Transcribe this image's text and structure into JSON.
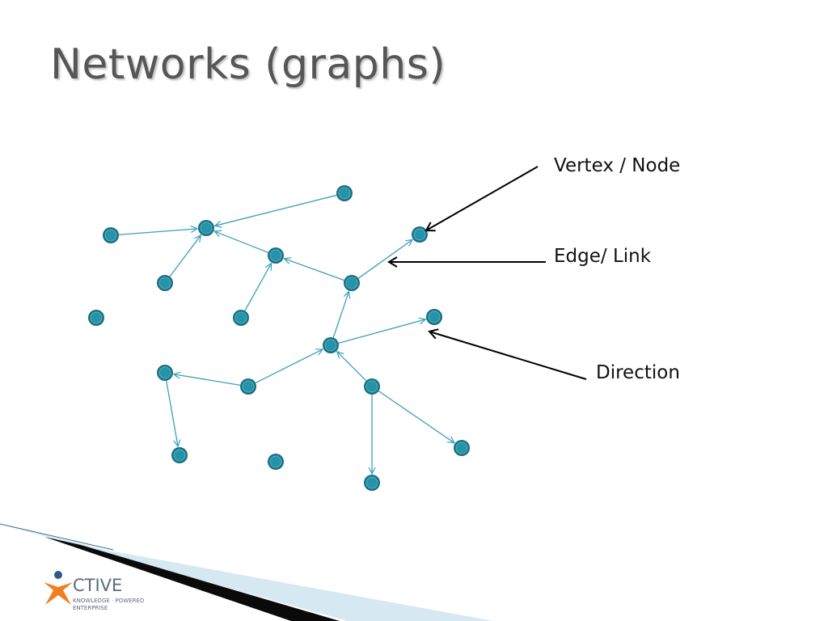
{
  "slide": {
    "title": "Networks (graphs)"
  },
  "annotations": {
    "vertex_label": "Vertex / Node",
    "edge_label": "Edge/ Link",
    "direction_label": "Direction"
  },
  "logo": {
    "word": "CTIVE",
    "tagline": "Knowledge · Powered Enterprise"
  },
  "colors": {
    "node_fill": "#2693a8",
    "node_ring": "#1b6f80",
    "edge": "#3aa0b9",
    "pointer_arrow": "#000000",
    "title_text": "#565656",
    "logo_orange": "#f07f22",
    "logo_blue": "#2e5a8c",
    "accent_wedge": "#0a0a0a",
    "accent_band": "#d6e8f2"
  },
  "graph": {
    "nodes": [
      "n1",
      "n2",
      "n3",
      "n4",
      "n5",
      "n6",
      "n7",
      "n8",
      "n9",
      "n10",
      "n11",
      "n12",
      "n13",
      "n14",
      "n15",
      "n16",
      "n17",
      "n18"
    ],
    "edges": [
      {
        "from": "n2",
        "to": "n1"
      },
      {
        "from": "n3",
        "to": "n1"
      },
      {
        "from": "n4",
        "to": "n1"
      },
      {
        "from": "n5",
        "to": "n1"
      },
      {
        "from": "n6",
        "to": "n5"
      },
      {
        "from": "n7",
        "to": "n5"
      },
      {
        "from": "n6",
        "to": "n8"
      },
      {
        "from": "n9",
        "to": "n6"
      },
      {
        "from": "n9",
        "to": "n10"
      },
      {
        "from": "n11",
        "to": "n9"
      },
      {
        "from": "n11",
        "to": "n12"
      },
      {
        "from": "n12",
        "to": "n13"
      },
      {
        "from": "n14",
        "to": "n9"
      },
      {
        "from": "n14",
        "to": "n15"
      },
      {
        "from": "n14",
        "to": "n16"
      }
    ]
  }
}
